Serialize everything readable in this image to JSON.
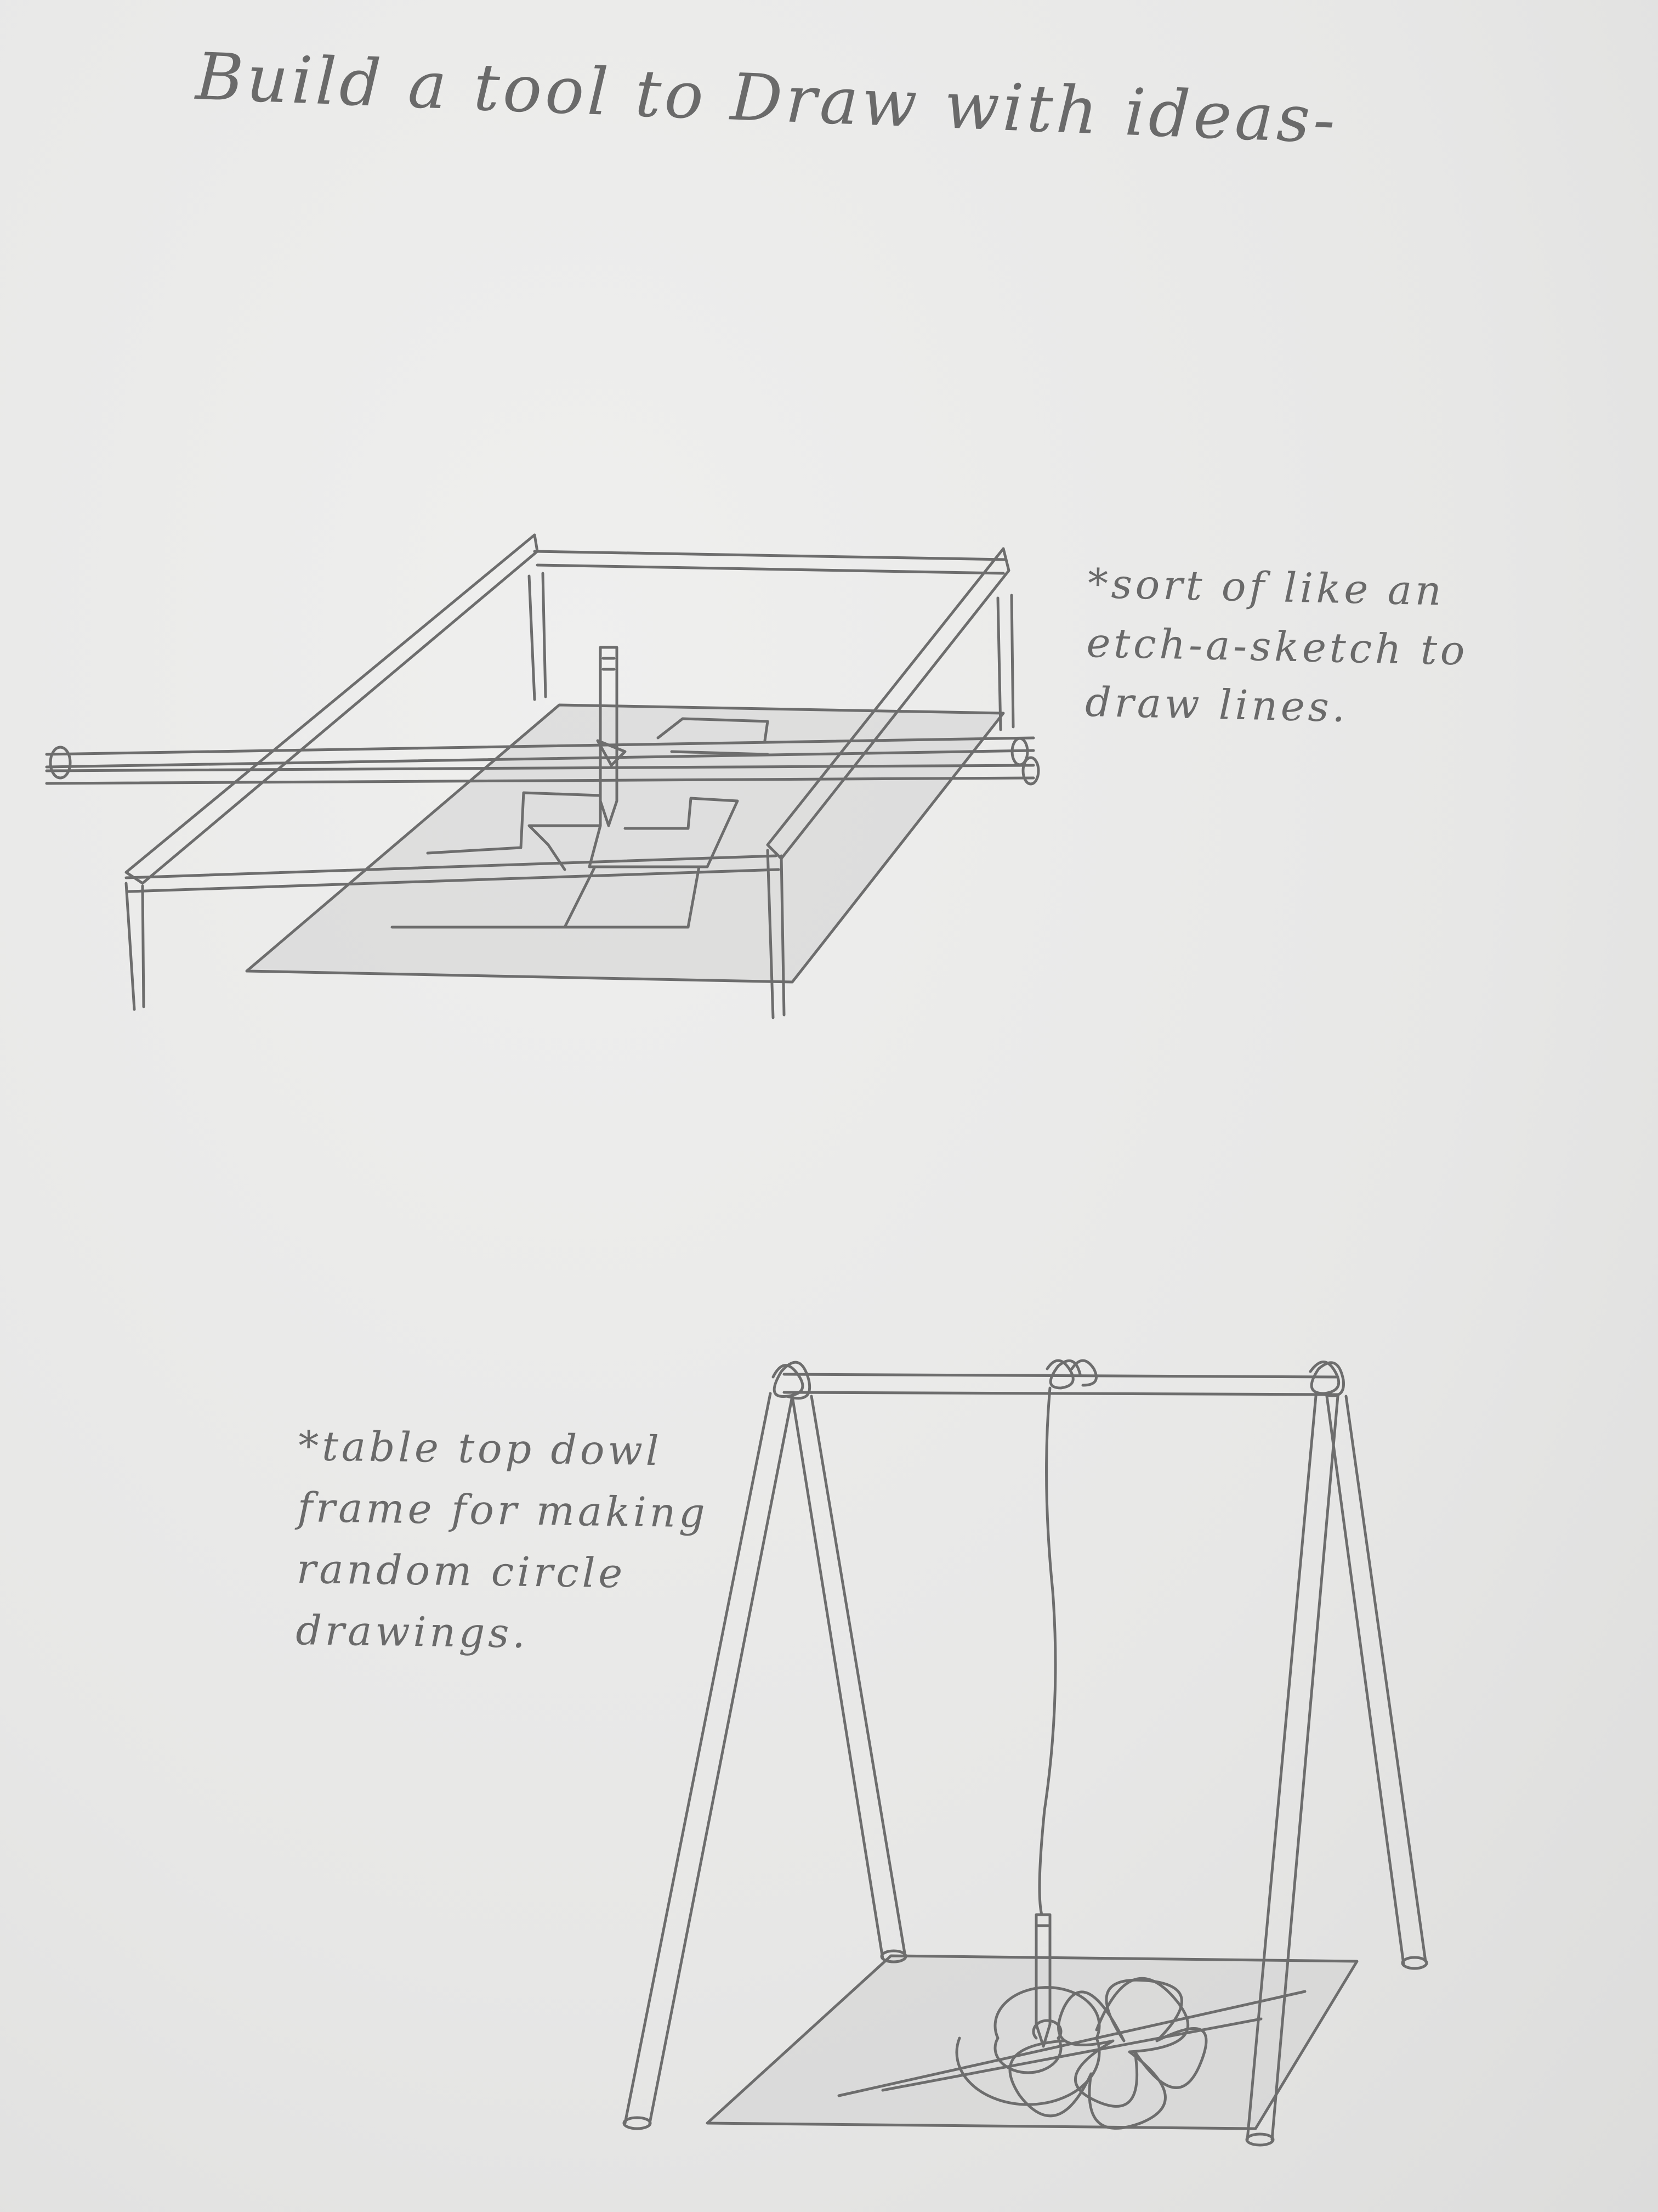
{
  "title": "Build a tool to Draw with ideas-",
  "notes": {
    "etch": {
      "lines": [
        "*sort of like an",
        "etch-a-sketch to",
        "draw lines."
      ]
    },
    "dowel": {
      "lines": [
        "*table top dowl",
        "frame for making",
        "random circle",
        "drawings."
      ]
    }
  },
  "icons": {
    "sketch_1": "etch-a-sketch-frame-drawing",
    "sketch_2": "pendulum-dowel-frame-drawing"
  },
  "colors": {
    "paper": "#e9e9e8",
    "pencil": "#6d6d6d"
  }
}
